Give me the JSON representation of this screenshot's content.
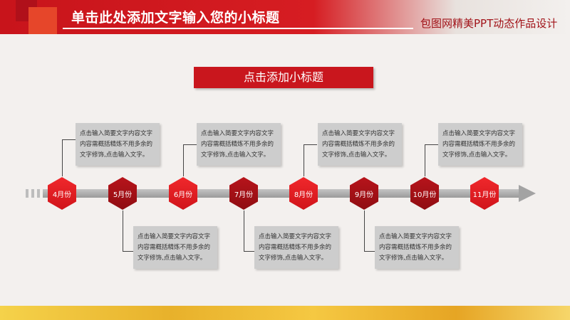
{
  "header": {
    "title": "单击此处添加文字输入您的小标题",
    "brand": "包图网精美PPT动态作品设计"
  },
  "subtitle": "点击添加小标题",
  "timeline": {
    "months": [
      "4月份",
      "5月份",
      "6月份",
      "7月份",
      "8月份",
      "9月份",
      "10月份",
      "11月份"
    ],
    "notes": [
      "点击输入简要文字内容文字内容需概括精炼不用多余的文字修饰,点击输入文字。",
      "点击输入简要文字内容文字内容需概括精炼不用多余的文字修饰,点击输入文字。",
      "点击输入简要文字内容文字内容需概括精炼不用多余的文字修饰,点击输入文字。",
      "点击输入简要文字内容文字内容需概括精炼不用多余的文字修饰,点击输入文字。",
      "点击输入简要文字内容文字内容需概括精炼不用多余的文字修饰,点击输入文字。",
      "点击输入简要文字内容文字内容需概括精炼不用多余的文字修饰,点击输入文字。",
      "点击输入简要文字内容文字内容需概括精炼不用多余的文字修饰,点击输入文字。"
    ]
  },
  "colors": {
    "accent_red": "#c9161d",
    "dark_red": "#8f0d12",
    "bar_gray": "#a3a3a3"
  }
}
